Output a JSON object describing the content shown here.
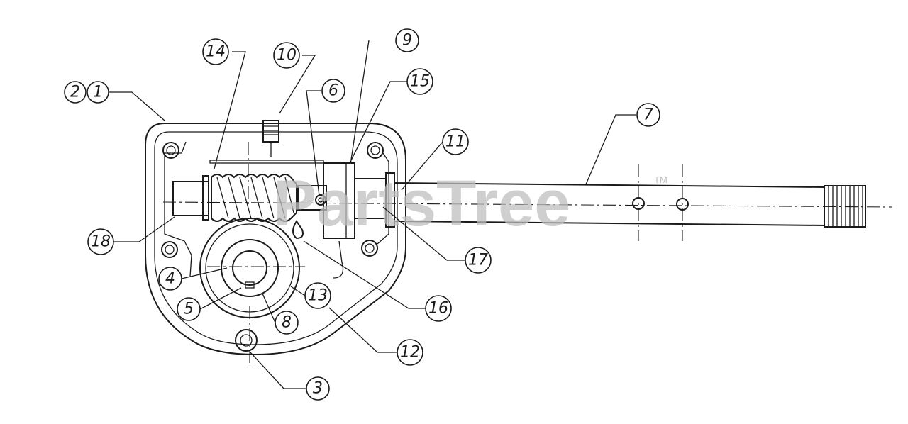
{
  "watermark": {
    "text": "PartsTree",
    "trademark": "TM"
  },
  "callouts": [
    "2",
    "1",
    "14",
    "10",
    "9",
    "6",
    "15",
    "11",
    "7",
    "18",
    "17",
    "4",
    "13",
    "16",
    "5",
    "8",
    "12",
    "3"
  ]
}
